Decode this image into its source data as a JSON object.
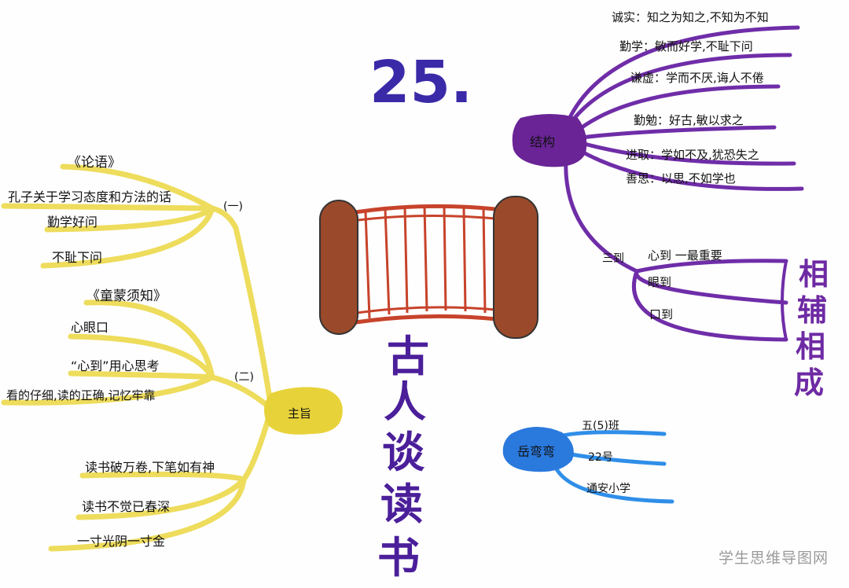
{
  "number_label": "25.",
  "title_chars": [
    "古",
    "人",
    "谈",
    "读",
    "书"
  ],
  "side_chars": [
    "相",
    "辅",
    "相",
    "成"
  ],
  "watermark": "学生思维导图网",
  "left": {
    "subtopic_1": {
      "marker": "(一)",
      "source": "《论语》",
      "main": "孔子关于学习态度和方法的话",
      "children": [
        "勤学好问",
        "不耻下问"
      ]
    },
    "subtopic_2": {
      "marker": "(二)",
      "source": "《童蒙须知》",
      "children": [
        "心眼口",
        "“心到”用心思考",
        "看的仔细,读的正确,记忆牢靠"
      ]
    },
    "central_label": "主旨",
    "lower": [
      "读书破万卷,下笔如有神",
      "读书不觉已春深",
      "一寸光阴一寸金"
    ]
  },
  "right": {
    "structure_label": "结构",
    "structure_items": [
      "诚实：知之为知之,不知为不知",
      "勤学：敏而好学,不耻下问",
      "谦虚：学而不厌,诲人不倦",
      "勤勉：好古,敏以求之",
      "进取：学如不及,犹恐失之",
      "善思：以思,不如学也"
    ],
    "three_label": "三到",
    "three_items": [
      "心到 一最重要",
      "眼到",
      "口到"
    ],
    "author_label": "岳弯弯",
    "author_items": [
      "五(5)班",
      "22号",
      "通安小学"
    ]
  },
  "colors": {
    "yellow_branch": "#eedc5c",
    "yellow_node": "#e8d23a",
    "purple_branch": "#6f2da8",
    "purple_node": "#6a2496",
    "blue_branch": "#2f8ee8",
    "blue_node": "#2a79dd",
    "scroll_body": "#c7432b",
    "scroll_roll": "#9a4a2a",
    "number_color": "#3a2aa8"
  }
}
